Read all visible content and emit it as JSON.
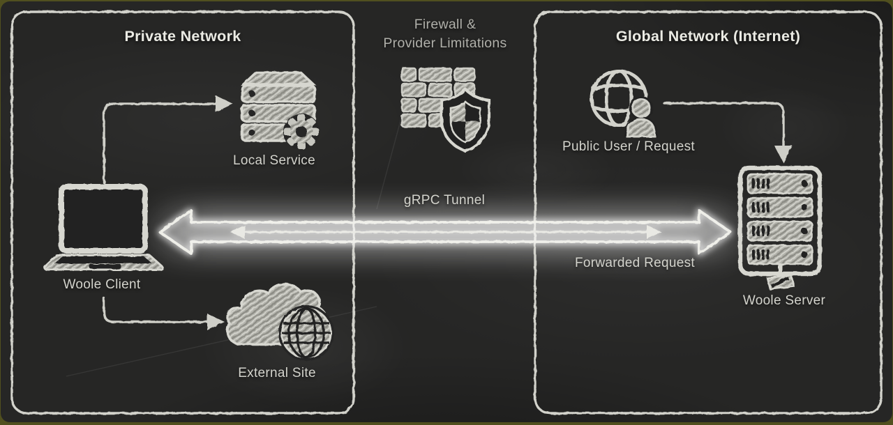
{
  "colors": {
    "rim": "#51501f",
    "board": "#262625",
    "chalk_stroke": "#d7d7d0",
    "chalk_fill": "#b5b5ae",
    "glow": "#ffffff"
  },
  "left_panel": {
    "title": "Private Network",
    "nodes": [
      {
        "label": "Local Service",
        "icon": "server-stack-gear-icon"
      },
      {
        "label": "Woole Client",
        "icon": "laptop-icon"
      },
      {
        "label": "External Site",
        "icon": "cloud-globe-icon"
      }
    ]
  },
  "middle": {
    "title_line1": "Firewall &",
    "title_line2": "Provider Limitations",
    "icon": "firewall-shield-icon",
    "tunnel_label": "gRPC Tunnel",
    "forwarded_label": "Forwarded Request"
  },
  "right_panel": {
    "title": "Global Network (Internet)",
    "nodes": [
      {
        "label": "Public User / Request",
        "icon": "globe-user-icon"
      },
      {
        "label": "Woole Server",
        "icon": "server-rack-icon"
      }
    ]
  }
}
